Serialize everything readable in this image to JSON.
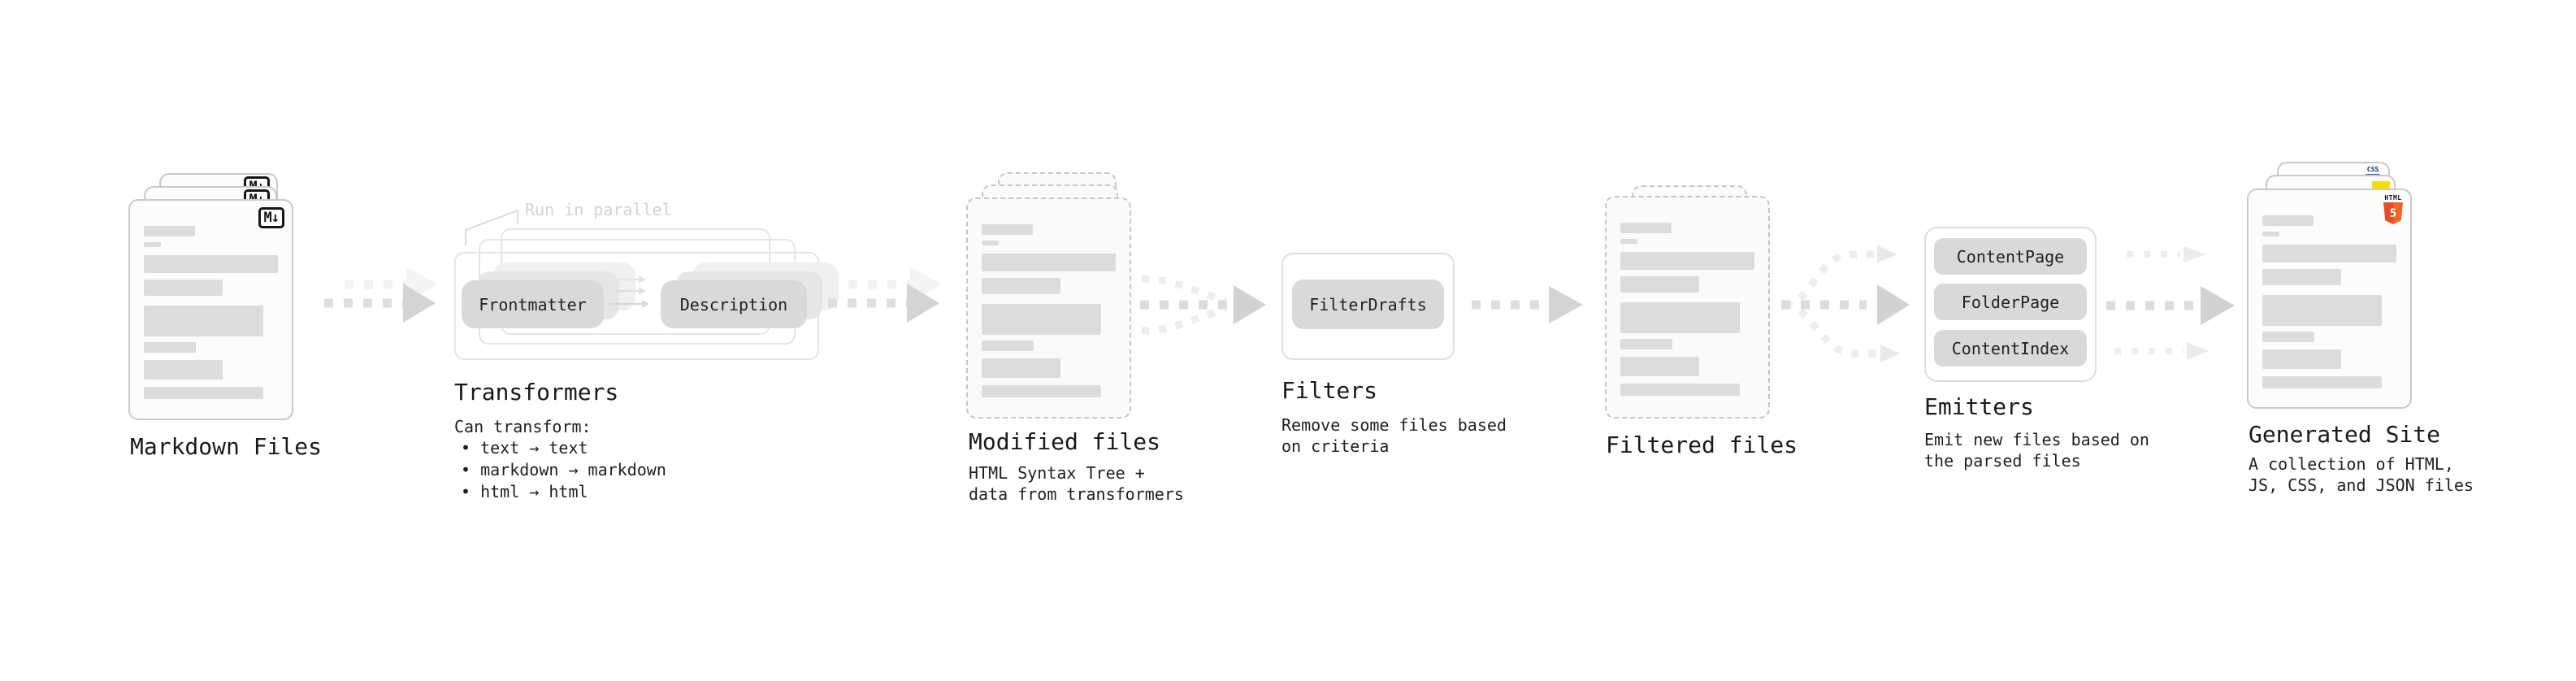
{
  "stage_markdown": {
    "label": "Markdown Files",
    "badge": "M↓"
  },
  "stage_transformers": {
    "label": "Transformers",
    "annotation": "Run in parallel",
    "pill_frontmatter": "Frontmatter",
    "pill_description": "Description",
    "desc_title": "Can transform:",
    "bullets": [
      "• text → text",
      "• markdown → markdown",
      "• html → html"
    ]
  },
  "stage_modified": {
    "label": "Modified files",
    "desc": [
      "HTML Syntax Tree +",
      "data from transformers"
    ]
  },
  "stage_filters": {
    "label": "Filters",
    "pill_filterdrafts": "FilterDrafts",
    "desc": [
      "Remove some files based",
      "on criteria"
    ]
  },
  "stage_filtered": {
    "label": "Filtered files"
  },
  "stage_emitters": {
    "label": "Emitters",
    "pill_contentpage": "ContentPage",
    "pill_folderpage": "FolderPage",
    "pill_contentindex": "ContentIndex",
    "desc": [
      "Emit new files based on",
      "the parsed files"
    ]
  },
  "stage_generated": {
    "label": "Generated Site",
    "badge_css": "CSS",
    "badge_html_text": "HTML",
    "badge_html_number": "5",
    "desc": [
      "A collection of HTML,",
      "JS, CSS, and JSON files"
    ]
  },
  "colors": {
    "arrow_main": "#dcdcdc",
    "arrow_head": "#d2d2d2",
    "arrow_ghost": "#f2f2f2",
    "arrow_faint": "#ededed",
    "pill_fill": "#d9d9d9",
    "card_border": "#c9c9c9",
    "html5_orange": "#e44d26",
    "js_yellow": "#f6dc00",
    "css_blue": "#2c5bd1",
    "text": "#1b1b1b"
  }
}
